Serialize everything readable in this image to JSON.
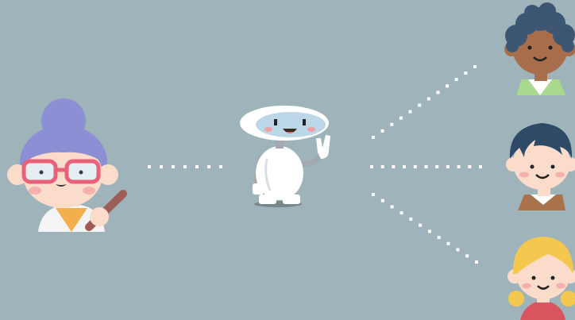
{
  "colors": {
    "background": "#9EB4BA",
    "dots": "#FFFFFF",
    "teacher_hair": "#8C8FD3",
    "teacher_glasses": "#E8607A",
    "pointer_stick": "#9C5E55",
    "robot_body": "#FFFFFF",
    "robot_visor": "#BCD8E8",
    "robot_joints": "#A3A9AE",
    "student_top_skin": "#A86D4A",
    "student_top_hair": "#3D5673",
    "student_top_shirt": "#A9D88F",
    "student_mid_hair": "#2F4A66",
    "student_mid_shirt": "#A9724B",
    "student_bottom_hair": "#F4C84E",
    "student_bottom_shirt": "#D9545E",
    "skin_light": "#FBDCCB"
  },
  "figures": {
    "teacher": {
      "icon": "teacher-icon",
      "role": "teacher"
    },
    "robot": {
      "icon": "robot-icon",
      "role": "assistant"
    },
    "students": [
      {
        "icon": "student-curly-hair-icon"
      },
      {
        "icon": "student-short-hair-icon"
      },
      {
        "icon": "student-blonde-hair-icon"
      }
    ]
  },
  "connectors": [
    {
      "from": "teacher",
      "to": "robot",
      "style": "dotted"
    },
    {
      "from": "robot",
      "to": "student-top",
      "style": "dotted"
    },
    {
      "from": "robot",
      "to": "student-middle",
      "style": "dotted"
    },
    {
      "from": "robot",
      "to": "student-bottom",
      "style": "dotted"
    }
  ]
}
